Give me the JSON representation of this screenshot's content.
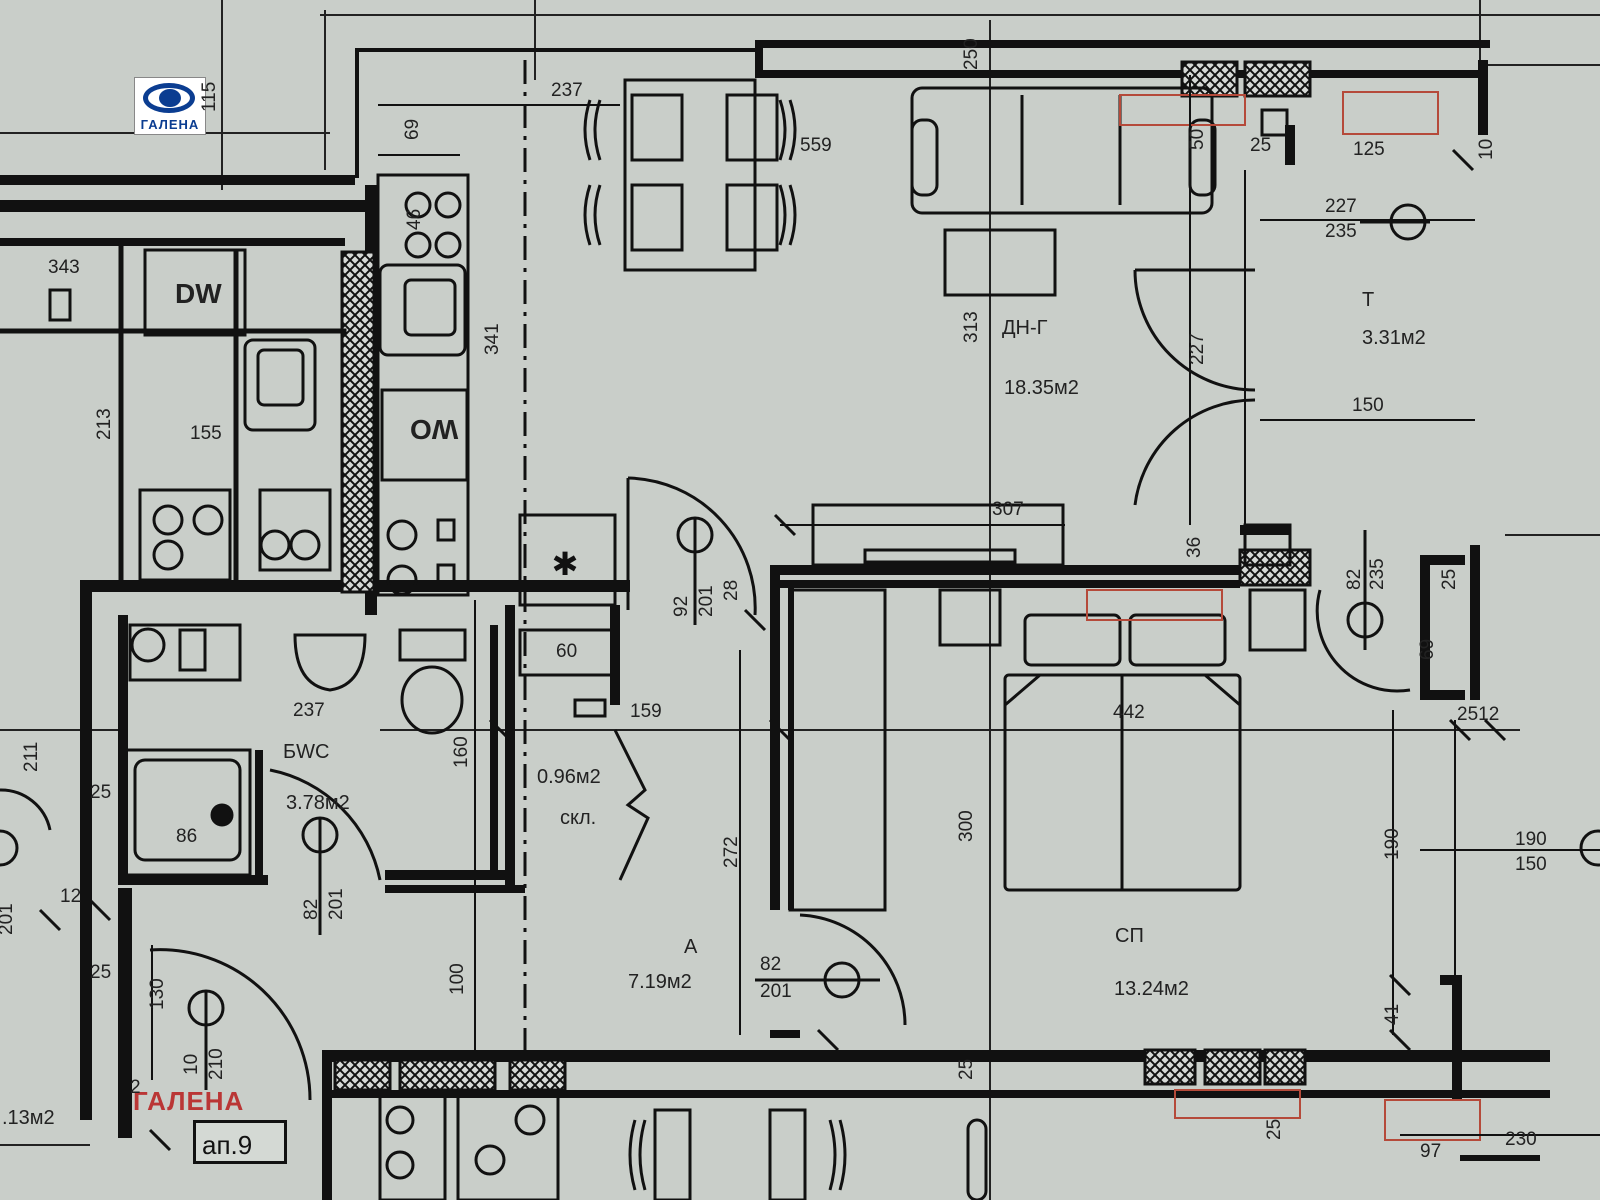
{
  "logo": {
    "text": "ГАЛЕНА",
    "icon": "galena-logo-icon"
  },
  "stamp": "ГАЛЕНА",
  "apartment": "ап.9",
  "rooms": {
    "living": {
      "name": "ДН-Г",
      "area": "18.35м2"
    },
    "toilet": {
      "name": "Т",
      "area": "3.31м2"
    },
    "bathroom": {
      "name": "БWC",
      "area": "3.78м2"
    },
    "storage": {
      "area": "0.96м2",
      "name": "скл."
    },
    "hall": {
      "name": "А",
      "area": "7.19м2"
    },
    "bedroom": {
      "name": "СП",
      "area": "13.24м2"
    },
    "neighbor": {
      "area": ".13м2"
    }
  },
  "appliances": {
    "dishwasher": "DW",
    "washer": "WO"
  },
  "dims": {
    "d115": "115",
    "d237a": "237",
    "d69a": "69",
    "d46": "46",
    "d341": "341",
    "d343": "343",
    "d213": "213",
    "d155": "155",
    "d559": "559",
    "d250a": "250",
    "d50": "50",
    "d25a": "25",
    "d125": "125",
    "d10": "10",
    "d227a": "227",
    "d235a": "235",
    "d313": "313",
    "d227b": "227",
    "d150a": "150",
    "d307": "307",
    "d36": "36",
    "d82a": "82",
    "d235b": "235",
    "d25b": "25",
    "d69b": "69",
    "d2512": "2512",
    "d92": "92",
    "d201a": "201",
    "d28": "28",
    "d60": "60",
    "d159": "159",
    "d442": "442",
    "d237b": "237",
    "d160": "160",
    "d211": "211",
    "d25c": "25",
    "d86": "86",
    "d82b": "82",
    "d201b": "201",
    "d272": "272",
    "d300": "300",
    "d190a": "190",
    "d190b": "190",
    "d150b": "150",
    "d12": "12",
    "d201c": "201",
    "d25d": "25",
    "d100": "100",
    "d82c": "82",
    "d201d": "201",
    "d41": "41",
    "d130": "130",
    "d10b": "10",
    "d210": "210",
    "d2": "2",
    "d25e": "25",
    "d97": "97",
    "d230": "230",
    "d25f": "25"
  },
  "icons": {
    "fan": "fan-icon",
    "column": "column-hatch-icon"
  }
}
